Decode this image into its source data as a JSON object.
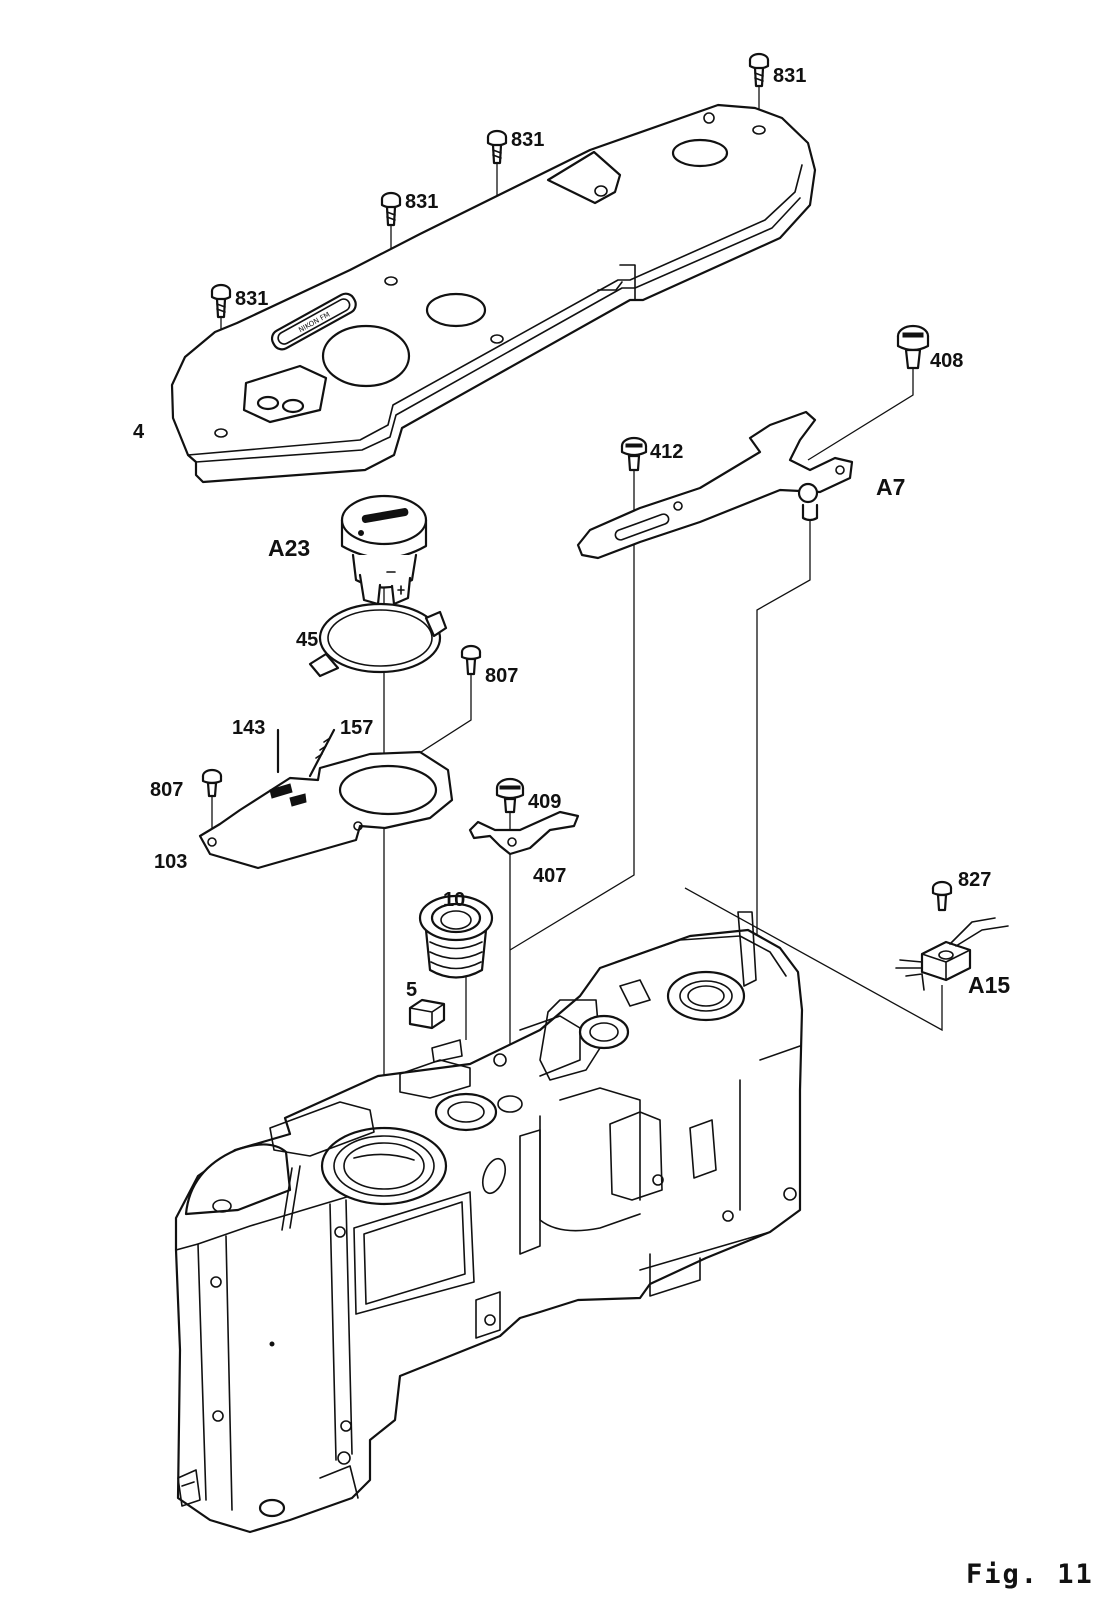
{
  "figure_label": "Fig. 11",
  "engraving": "NIKON FM",
  "callouts": [
    {
      "id": "screw-831-a",
      "text": "831"
    },
    {
      "id": "screw-831-b",
      "text": "831"
    },
    {
      "id": "screw-831-c",
      "text": "831"
    },
    {
      "id": "screw-831-d",
      "text": "831"
    },
    {
      "id": "top-cover",
      "text": "4"
    },
    {
      "id": "battery-cap",
      "text": "A23"
    },
    {
      "id": "ring-45",
      "text": "45"
    },
    {
      "id": "screw-807-a",
      "text": "807"
    },
    {
      "id": "pin-143",
      "text": "143"
    },
    {
      "id": "pin-157",
      "text": "157"
    },
    {
      "id": "screw-807-b",
      "text": "807"
    },
    {
      "id": "plate-103",
      "text": "103"
    },
    {
      "id": "screw-408",
      "text": "408"
    },
    {
      "id": "screw-412",
      "text": "412"
    },
    {
      "id": "lever-a7",
      "text": "A7"
    },
    {
      "id": "screw-409",
      "text": "409"
    },
    {
      "id": "lever-407",
      "text": "407"
    },
    {
      "id": "eyepiece-10",
      "text": "10"
    },
    {
      "id": "block-5",
      "text": "5"
    },
    {
      "id": "screw-827",
      "text": "827"
    },
    {
      "id": "switch-a15",
      "text": "A15"
    }
  ]
}
